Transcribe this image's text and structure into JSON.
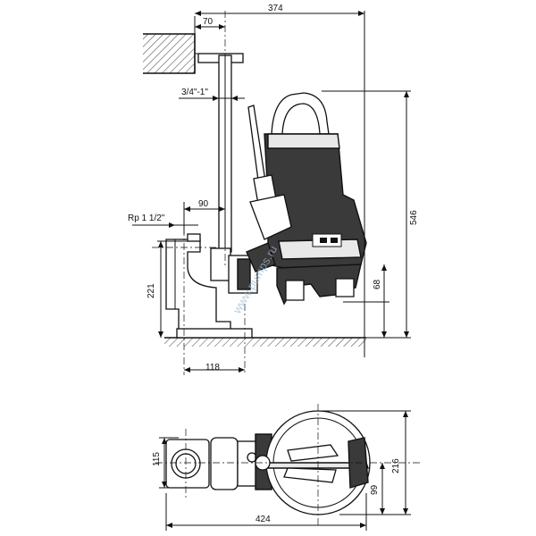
{
  "dimensions": {
    "top_offset": "70",
    "total_width": "374",
    "pipe_size": "3/4\"-1\"",
    "guide_distance": "90",
    "outlet_thread": "Rp 1 1/2\"",
    "overall_height": "546",
    "base_height": "221",
    "min_level": "68",
    "base_width": "118",
    "plan_width": "115",
    "plan_depth": "216",
    "plan_center": "99",
    "plan_length": "424"
  },
  "watermark": "www.pumps.ru",
  "colors": {
    "line": "#111111",
    "fill_dark": "#3a3a3a",
    "background": "#ffffff"
  }
}
